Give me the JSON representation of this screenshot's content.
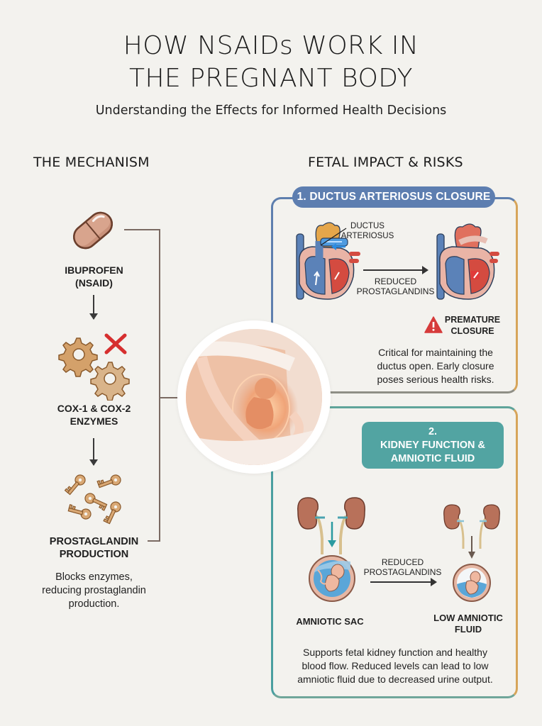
{
  "header": {
    "title_line1": "HOW NSAIDs WORK IN",
    "title_line2": "THE PREGNANT BODY",
    "subtitle": "Understanding the Effects for Informed Health Decisions"
  },
  "mechanism": {
    "heading": "THE MECHANISM",
    "steps": [
      {
        "icon": "pill-icon",
        "label_line1": "IBUPROFEN",
        "label_line2": "(NSAID)"
      },
      {
        "icon": "gears-icon",
        "label_line1": "COX-1 & COX-2",
        "label_line2": "ENZYMES",
        "blocked_icon": "red-x-icon"
      },
      {
        "icon": "keys-icon",
        "label_line1": "PROSTAGLANDIN",
        "label_line2": "PRODUCTION"
      }
    ],
    "description_lines": [
      "Blocks enzymes,",
      "reducing prostaglandin",
      "production."
    ]
  },
  "center_image": {
    "description": "Pregnant belly with glowing fetus illustration"
  },
  "fetal": {
    "heading": "FETAL IMPACT & RISKS",
    "card1": {
      "title": "1. DUCTUS ARTERIOSUS CLOSURE",
      "callout_line1": "DUCTUS",
      "callout_line2": "ARTERIOSUS",
      "arrow_label_line1": "REDUCED",
      "arrow_label_line2": "PROSTAGLANDINS",
      "warning_line1": "PREMATURE",
      "warning_line2": "CLOSURE",
      "description_lines": [
        "Critical for maintaining the",
        "ductus open. Early closure",
        "poses serious health risks."
      ],
      "color": "#5d7eb0"
    },
    "card2": {
      "title_line1": "2.",
      "title_line2": "KIDNEY FUNCTION &",
      "title_line3": "AMNIOTIC FLUID",
      "arrow_label_line1": "REDUCED",
      "arrow_label_line2": "PROSTAGLANDINS",
      "left_label": "AMNIOTIC SAC",
      "right_label_line1": "LOW AMNIOTIC",
      "right_label_line2": "FLUID",
      "description_lines": [
        "Supports fetal kidney function and healthy",
        "blood flow. Reduced levels can lead to low",
        "amniotic fluid due to decreased urine output."
      ],
      "color": "#52a4a2"
    }
  },
  "colors": {
    "background": "#f3f2ee",
    "blue_accent": "#5d7eb0",
    "teal_accent": "#52a4a2",
    "gold_border": "#d7a55a",
    "warning_red": "#d63b3b"
  }
}
